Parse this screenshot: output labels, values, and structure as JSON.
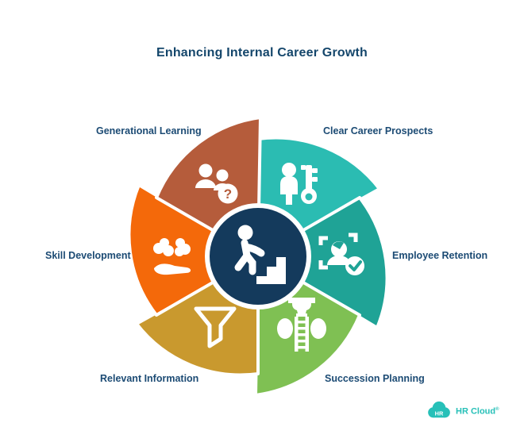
{
  "title": "Enhancing Internal Career Growth",
  "diagram": {
    "center": {
      "color": "#143a5c",
      "icon": "person-climbing-stairs"
    },
    "question_glyph": "?",
    "segments": [
      {
        "label": "Generational Learning",
        "color": "#b55c3b",
        "icon": "people-question"
      },
      {
        "label": "Clear Career Prospects",
        "color": "#2bbcb2",
        "icon": "person-key"
      },
      {
        "label": "Employee Retention",
        "color": "#1fa396",
        "icon": "person-focus-check"
      },
      {
        "label": "Succession Planning",
        "color": "#7fc053",
        "icon": "trophy-ladder"
      },
      {
        "label": "Relevant Information",
        "color": "#c9992e",
        "icon": "funnel"
      },
      {
        "label": "Skill Development",
        "color": "#f4690a",
        "icon": "brain-in-hand"
      }
    ]
  },
  "logo": {
    "badge_text": "HR",
    "name": "HR Cloud",
    "mark": "®",
    "color": "#27c0b8"
  }
}
